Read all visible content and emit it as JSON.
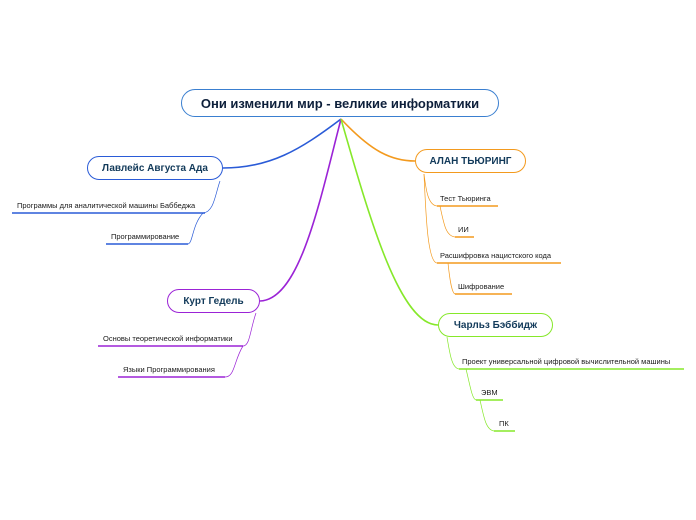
{
  "root": {
    "label": "Они изменили мир - великие информатики"
  },
  "colors": {
    "root": "#3a7fd0",
    "lovelace": "#2a5bd7",
    "turing": "#f39a1e",
    "godel": "#9b23d6",
    "babbage": "#86e82a"
  },
  "topics": {
    "lovelace": {
      "label": "Лавлейс Августа Ада",
      "children": [
        "Программы для аналитической машины Баббеджа",
        "Программирование"
      ]
    },
    "turing": {
      "label": "АЛАН ТЬЮРИНГ",
      "children": [
        "Тест Тьюринга",
        "ИИ",
        "Расшифровка нацистского кода",
        "Шифрование"
      ]
    },
    "godel": {
      "label": "Курт Гедель",
      "children": [
        "Основы теоретической информатики",
        "Языки Программирования"
      ]
    },
    "babbage": {
      "label": "Чарльз Бэббидж",
      "children": [
        "Проект универсальной цифровой вычислительной машины",
        "ЭВМ",
        "ПК"
      ]
    }
  }
}
